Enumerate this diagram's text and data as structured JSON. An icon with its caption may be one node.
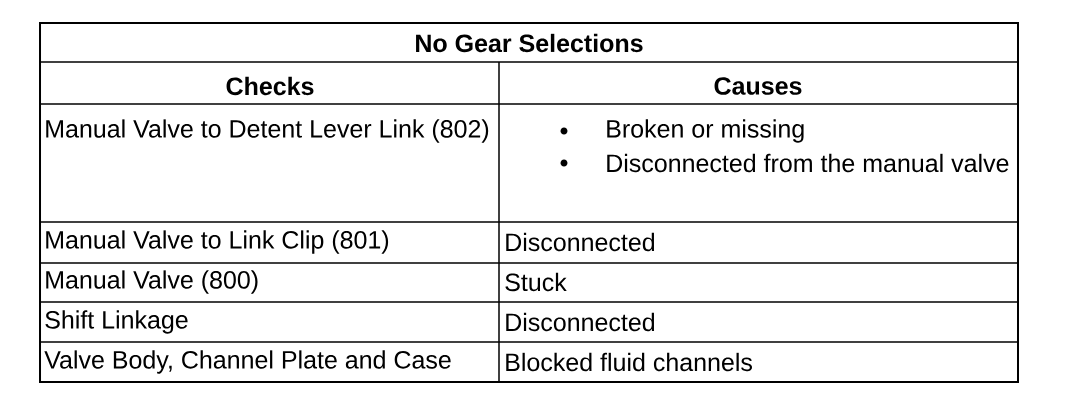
{
  "diagram": {
    "title": "No Gear Selections",
    "labels": [
      "Checks",
      "Causes",
      "Manual Valve to Detent Lever Link (802)",
      "Broken or missing",
      "Disconnected from the manual valve",
      "Manual Valve to Link Clip (801)",
      "Disconnected",
      "Manual Valve (800)",
      "Stuck",
      "Shift Linkage",
      "Disconnected",
      "Valve Body, Channel Plate and Case",
      "Blocked fluid channels"
    ]
  }
}
